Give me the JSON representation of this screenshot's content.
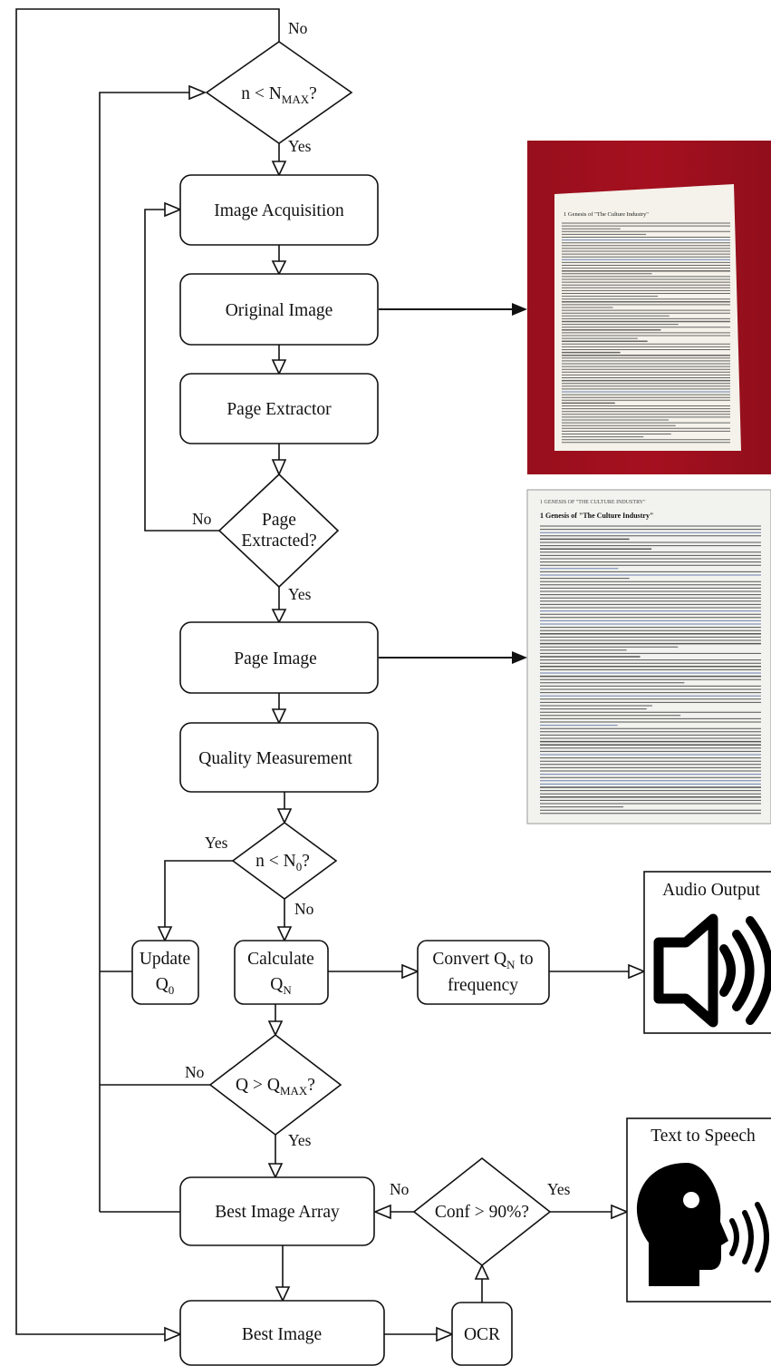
{
  "decisions": {
    "nmax": {
      "prefix": "n < N",
      "sub": "MAX",
      "suffix": "?",
      "no": "No",
      "yes": "Yes"
    },
    "page_extracted": {
      "line1": "Page",
      "line2": "Extracted?",
      "no": "No",
      "yes": "Yes"
    },
    "n0": {
      "prefix": "n < N",
      "sub": "0",
      "suffix": "?",
      "yes": "Yes",
      "no": "No"
    },
    "qmax": {
      "prefix": "Q > Q",
      "sub": "MAX",
      "suffix": "?",
      "no": "No",
      "yes": "Yes"
    },
    "conf": {
      "label": "Conf > 90%?",
      "no": "No",
      "yes": "Yes"
    }
  },
  "boxes": {
    "image_acquisition": "Image Acquisition",
    "original_image": "Original Image",
    "page_extractor": "Page Extractor",
    "page_image": "Page Image",
    "quality_measurement": "Quality Measurement",
    "update_q0": {
      "line1": "Update",
      "line2_prefix": "Q",
      "line2_sub": "0"
    },
    "calculate_qn": {
      "line1": "Calculate",
      "line2_prefix": "Q",
      "line2_sub": "N"
    },
    "convert_qn": {
      "line1_prefix": "Convert Q",
      "line1_sub": "N",
      "line1_suffix": " to",
      "line2": "frequency"
    },
    "best_image_array": "Best Image Array",
    "best_image": "Best Image",
    "ocr": "OCR"
  },
  "outputs": {
    "audio": {
      "title": "Audio Output",
      "icon": "speaker-icon"
    },
    "tts": {
      "title": "Text to Speech",
      "icon": "speaking-head-icon"
    }
  },
  "photos": {
    "original": {
      "icon": "document-photo-on-red",
      "background": "#a5101f",
      "title": "1 Genesis of \"The Culture Industry\""
    },
    "page": {
      "icon": "extracted-page-photo",
      "background": "#f2f2ee",
      "header": "1  GENESIS OF \"THE CULTURE INDUSTRY\"",
      "title": "1   Genesis of \"The Culture Industry\""
    }
  }
}
